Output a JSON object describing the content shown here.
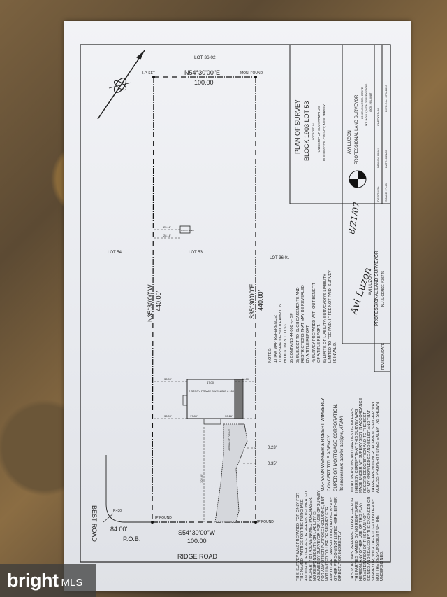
{
  "plan": {
    "lot_north": "LOT 36.02",
    "lot_west": "LOT 54",
    "lot_center": "LOT 53",
    "lot_east": "LOT 36.01",
    "bearing_north": "N54°30'00\"E",
    "distance_north": "100.00'",
    "bearing_west": "N35°30'00\"W",
    "distance_west": "440.00'",
    "bearing_east": "S35°30'00\"E",
    "distance_east": "440.00'",
    "bearing_south": "S54°30'00\"W",
    "distance_south": "100.00'",
    "ip_set": "I.P. SET",
    "mon_found": "MON. FOUND",
    "ip_found_left": "IP FOUND",
    "ip_found_right": "IP FOUND",
    "pob": "P.O.B.",
    "pob_distance": "84.00'",
    "radius": "R=30'",
    "road_south": "RIDGE ROAD",
    "road_west": "BEST ROAD",
    "dwelling": "2 STORY FRAME DWELLING # 150",
    "asphalt": "ASPHALT DRIVE",
    "wood_shed": "WOOD SHED",
    "offset_1": "0.23'",
    "offset_2": "0.35'",
    "dim_33": "33.00'",
    "dim_47": "47.00'",
    "dim_33b": "33.00'",
    "dim_17": "17.80'",
    "dim_16": "16.60'",
    "dim_3016": "30.16'",
    "dim_2518": "25.18'",
    "dim_2818": "28.18'",
    "dim_102": "102.90'"
  },
  "title_block": {
    "plan_title": "PLAN OF SURVEY",
    "block_lot": "BLOCK 1903   LOT 53",
    "located_in": "LOCATED IN",
    "township": "TOWNSHIP OF SOUTHAMPTON",
    "county": "BURLINGTON COUNTY, NEW JERSEY",
    "surveyor_name": "AVI LUZON",
    "surveyor_title": "PROFESSIONAL LAND SURVEYOR",
    "address_1": "83 KENSINGTON DRIVE",
    "address_2": "MT. HOLLY, NEW JERSEY 08060",
    "phone": "(609) 261-4987",
    "designed": "DESIGNED:",
    "drawn": "DRAWN: RB/AL",
    "checked": "CHECKED: AL",
    "dwg": "DWG. No.: 07AL2830",
    "date": "DATE: 8/21/07",
    "scale": "SCALE: 1\"=40'",
    "signature": "Avi Luzon",
    "sig_date": "8/21/07",
    "sig_name": "AVI LUZON",
    "sig_title": "PROFESSIONAL LAND SURVEYOR",
    "license": "N.J. LICENSE # 36745",
    "revision": "REVISION/DATE"
  },
  "notes": {
    "heading": "NOTES:",
    "lines": [
      "1)  TAX MAP REFERENCE:",
      "     TOWNSHIP OF SOUTHAMPTON",
      "     BLOCK 1903, LOT 53",
      "2)  CONTAINS 44,000 +/- SF",
      "3)  SUBJECT TO SUCH EASEMENTS AND",
      "     RESTRICTIONS THAT MAY BE REVEALED",
      "     BY A TITLE REPORT.",
      "4)  SURVEY PREPARED WITHOUT BENEFIT",
      "     OF A TITLE REPORT.",
      "5)  LIMITS OF LIABILITY: SURVEYOR'S LIABILITY",
      "     LIMITED TO FEE PAID. IF FEE NOT PAID, SURVEY",
      "     IS INVALID."
    ]
  },
  "certify": {
    "lines": [
      "MARYANN WENGER & ROBERT WIMBERLY",
      "CONCEPT TITLE AGENCY",
      "SUPERIOR MORTGAGE CORPORATION,",
      "its successors and/or assigns, ATIMA"
    ]
  },
  "disclaimer_left": {
    "lines": [
      "THIS SURVEY WAS PREPARED FOR ONLY FOR",
      "THE NAMED PARTIES FOR THE PURCHASE",
      "AND/OR MORTGAGE FOR HEREIN DELINEATED",
      "PROPERTY BY ABOVE NAMED PURCHASER.",
      "NO RESPONSIBILITY OR LIABILITY IS",
      "ASSUMED BY SURVEYOR FOR USE OF SURVEY",
      "FOR ANY OTHER PURPOSE INCLUDING, BUT",
      "NOT LIMITED TO, USE OF SURVEY FOR",
      "ANY OTHER TRANSACTION, OR USE BY ANY",
      "OTHER PERSON NOT LISTED HERE, EITHER",
      "DIRECTLY OR INDIRECTLY."
    ]
  },
  "disclaimer_right": {
    "lines": [
      "TO ALL PERSONS AND PARTIES OF INTEREST",
      "I HEREBY CERTIFY THAT THIS SURVEY WAS",
      "MADE UNDER MY SUPERVISION IN ACCORDANCE",
      "RECORD DESCRIPTION AND TO THE BEST",
      "OF MY KNOWLEDGE AND BELIEF AND THAT",
      "THERE ARE NO ENCROACHMENTS EITHER WAY",
      "ACROSS PROPERTY LINES EXCEPT AS SHOWN."
    ]
  },
  "disclaimer_bottom": {
    "lines": [
      "THIS PLAN WAS PREPARED FOR A FEE FOR",
      "THE PARTIES NAMED, BY NO RIGHTS ARE",
      "HEREON.  ANY OTHER USE OF THIS PLAN",
      "OR ALTERATION OF THIS PLAN NOT",
      "SIGNED AND SEALED BY THE ENGINEER OR",
      "SURVEYOR, WITH THE EXCEPTION OF ANY",
      "NOT THE RESPONSIBILITY OF THE",
      "UNDERSIGNED."
    ]
  },
  "watermark": {
    "brand": "bright",
    "suffix": "MLS"
  }
}
